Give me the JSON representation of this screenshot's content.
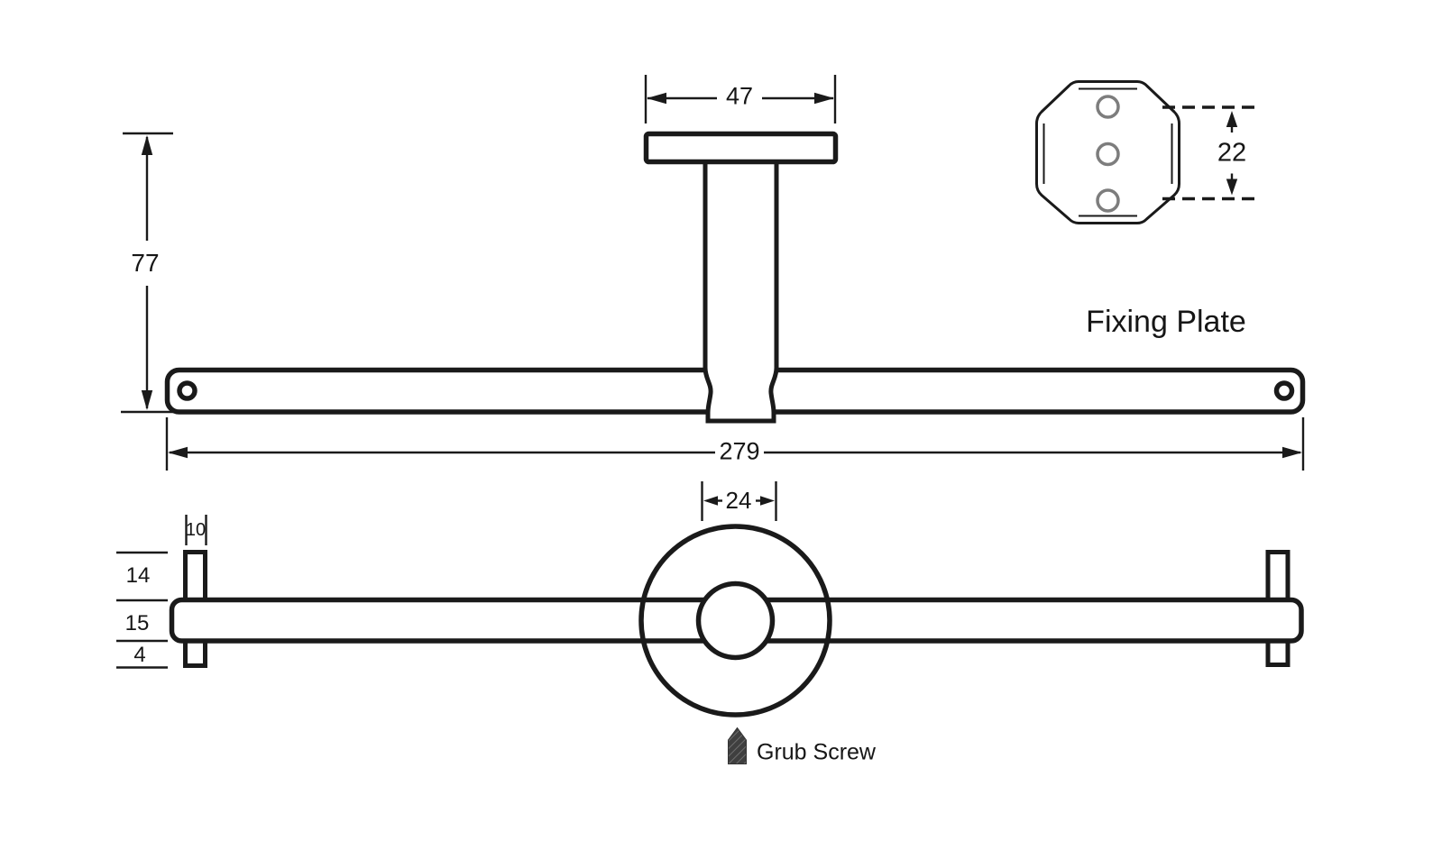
{
  "canvas": {
    "background": "#ffffff",
    "ink_color": "#1a1a1a",
    "hole_gray": "#7d7d7d",
    "screw_fill_gray": "#3f3f3f"
  },
  "front_view": {
    "dims": {
      "wall_plate_width": "47",
      "overall_drop": "77",
      "rail_length": "279"
    }
  },
  "fixing_plate": {
    "label": "Fixing Plate",
    "dims": {
      "hole_spacing": "22"
    }
  },
  "plan_view": {
    "dims": {
      "pin_width": "10",
      "pin_height": "14",
      "rail_thickness": "15",
      "pin_tail": "4",
      "post_diameter": "24"
    },
    "grub_screw_label": "Grub Screw"
  },
  "icons": {
    "grub_screw": "hatched-screw-tip"
  }
}
